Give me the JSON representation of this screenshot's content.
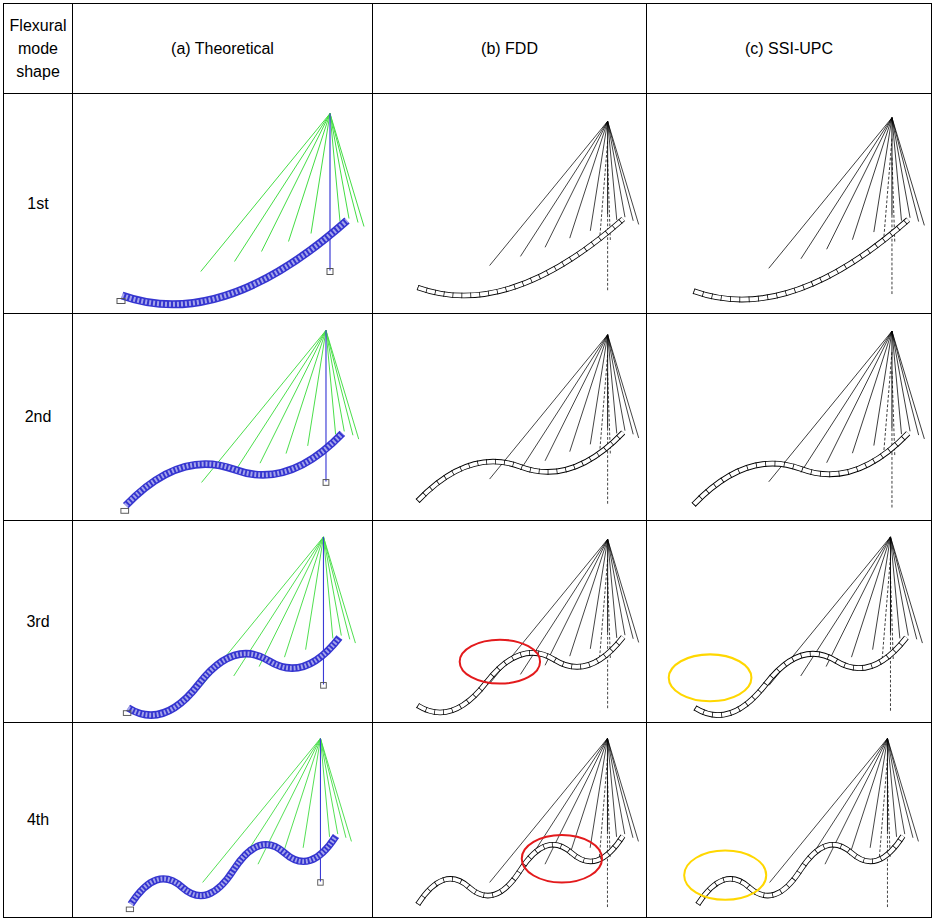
{
  "diagram": {
    "labels": [
      "Flexural mode shape",
      "(a) Theoretical",
      "(b) FDD",
      "(c) SSI-UPC",
      "1st",
      "2nd",
      "3rd",
      "4th"
    ]
  }
}
